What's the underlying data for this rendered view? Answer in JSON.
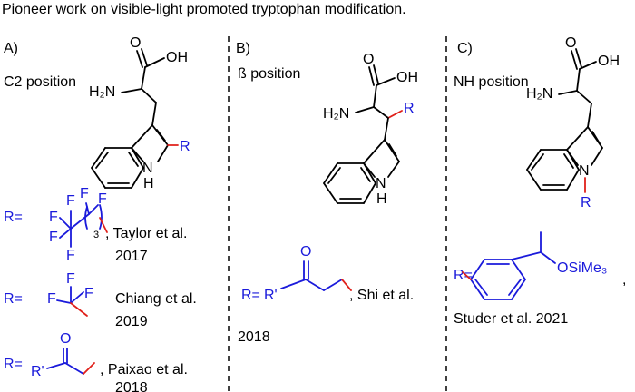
{
  "title": "Pioneer work on visible-light promoted tryptophan modification.",
  "atoms": {
    "O": "O",
    "OH": "OH",
    "H2N": "H₂N",
    "H": "H",
    "N": "N",
    "R": "R",
    "F": "F",
    "Rprime": "R'",
    "OSiMe3": "OSiMe₃",
    "sub3": "3"
  },
  "panel_a": {
    "heading": "A)",
    "position": "C2 position",
    "refs": [
      {
        "prefix": "R=",
        "text_lines": [
          ", Taylor et al.",
          "2017"
        ]
      },
      {
        "prefix": "R=",
        "text_lines": [
          "Chiang et al.",
          "2019"
        ]
      },
      {
        "prefix": "R=",
        "text_lines": [
          ",  Paixao et al.",
          "2018"
        ]
      }
    ]
  },
  "panel_b": {
    "heading": "B)",
    "position": "ß position",
    "refs": [
      {
        "prefix": "R=",
        "text_lines": [
          ", Shi et al.",
          "2018"
        ]
      }
    ]
  },
  "panel_c": {
    "heading": "C)",
    "position": "NH position",
    "refs": [
      {
        "prefix": "R=",
        "text_lines": [
          "Studer et al. 2021"
        ],
        "trailing": ","
      }
    ]
  },
  "colors": {
    "black": "#000000",
    "blue": "#1a1adb",
    "red": "#e0201a"
  }
}
